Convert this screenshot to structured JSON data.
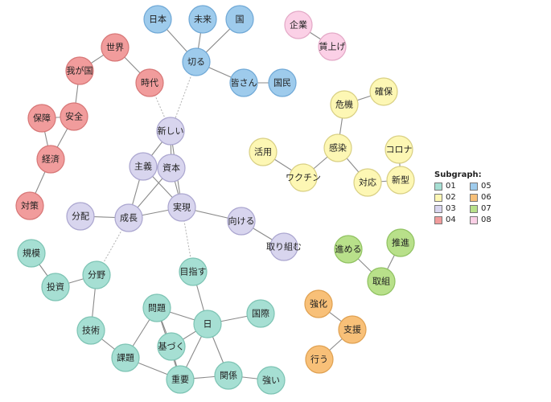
{
  "colors": {
    "01": "#a6dfd3",
    "02": "#fdf7b4",
    "03": "#d8d5ee",
    "04": "#f19c9c",
    "05": "#9ecbec",
    "06": "#f8c078",
    "07": "#b8e08a",
    "08": "#fbd0e6"
  },
  "legend": {
    "title": "Subgraph:",
    "items": [
      {
        "key": "01",
        "label": "01"
      },
      {
        "key": "05",
        "label": "05"
      },
      {
        "key": "02",
        "label": "02"
      },
      {
        "key": "06",
        "label": "06"
      },
      {
        "key": "03",
        "label": "03"
      },
      {
        "key": "07",
        "label": "07"
      },
      {
        "key": "04",
        "label": "04"
      },
      {
        "key": "08",
        "label": "08"
      }
    ]
  },
  "nodes": [
    {
      "id": "nihon",
      "label": "日本",
      "group": "05"
    },
    {
      "id": "mirai",
      "label": "未来",
      "group": "05"
    },
    {
      "id": "kuni",
      "label": "国",
      "group": "05"
    },
    {
      "id": "kiru",
      "label": "切る",
      "group": "05"
    },
    {
      "id": "minasan",
      "label": "皆さん",
      "group": "05"
    },
    {
      "id": "kokumin",
      "label": "国民",
      "group": "05"
    },
    {
      "id": "kigyo",
      "label": "企業",
      "group": "08"
    },
    {
      "id": "chinage",
      "label": "賃上げ",
      "group": "08"
    },
    {
      "id": "sekai",
      "label": "世界",
      "group": "04"
    },
    {
      "id": "wagakuni",
      "label": "我が国",
      "group": "04"
    },
    {
      "id": "jidai",
      "label": "時代",
      "group": "04"
    },
    {
      "id": "hosho",
      "label": "保障",
      "group": "04"
    },
    {
      "id": "anzen",
      "label": "安全",
      "group": "04"
    },
    {
      "id": "keizai",
      "label": "経済",
      "group": "04"
    },
    {
      "id": "taisaku",
      "label": "対策",
      "group": "04"
    },
    {
      "id": "kiki",
      "label": "危機",
      "group": "02"
    },
    {
      "id": "kakuho",
      "label": "確保",
      "group": "02"
    },
    {
      "id": "katsuyo",
      "label": "活用",
      "group": "02"
    },
    {
      "id": "kansen",
      "label": "感染",
      "group": "02"
    },
    {
      "id": "corona",
      "label": "コロナ",
      "group": "02"
    },
    {
      "id": "vaccine",
      "label": "ワクチン",
      "group": "02"
    },
    {
      "id": "taio",
      "label": "対応",
      "group": "02"
    },
    {
      "id": "shingata",
      "label": "新型",
      "group": "02"
    },
    {
      "id": "atarashii",
      "label": "新しい",
      "group": "03"
    },
    {
      "id": "shugi",
      "label": "主義",
      "group": "03"
    },
    {
      "id": "shihon",
      "label": "資本",
      "group": "03"
    },
    {
      "id": "bunpai",
      "label": "分配",
      "group": "03"
    },
    {
      "id": "seicho",
      "label": "成長",
      "group": "03"
    },
    {
      "id": "jitsugen",
      "label": "実現",
      "group": "03"
    },
    {
      "id": "mukeru",
      "label": "向ける",
      "group": "03"
    },
    {
      "id": "torikumu",
      "label": "取り組む",
      "group": "03"
    },
    {
      "id": "kibo",
      "label": "規模",
      "group": "01"
    },
    {
      "id": "toshi",
      "label": "投資",
      "group": "01"
    },
    {
      "id": "bunya",
      "label": "分野",
      "group": "01"
    },
    {
      "id": "mezasu",
      "label": "目指す",
      "group": "01"
    },
    {
      "id": "mondai",
      "label": "問題",
      "group": "01"
    },
    {
      "id": "kokusai",
      "label": "国際",
      "group": "01"
    },
    {
      "id": "gijutsu",
      "label": "技術",
      "group": "01"
    },
    {
      "id": "hi",
      "label": "日",
      "group": "01"
    },
    {
      "id": "motozuku",
      "label": "基づく",
      "group": "01"
    },
    {
      "id": "kadai",
      "label": "課題",
      "group": "01"
    },
    {
      "id": "juyo",
      "label": "重要",
      "group": "01"
    },
    {
      "id": "kankei",
      "label": "関係",
      "group": "01"
    },
    {
      "id": "tsuyoi",
      "label": "強い",
      "group": "01"
    },
    {
      "id": "susumeru",
      "label": "進める",
      "group": "07"
    },
    {
      "id": "suishin",
      "label": "推進",
      "group": "07"
    },
    {
      "id": "torikumi",
      "label": "取組",
      "group": "07"
    },
    {
      "id": "kyoka",
      "label": "強化",
      "group": "06"
    },
    {
      "id": "shien",
      "label": "支援",
      "group": "06"
    },
    {
      "id": "okonau",
      "label": "行う",
      "group": "06"
    }
  ],
  "edges": [
    {
      "source": "nihon",
      "target": "kiru",
      "dashed": false
    },
    {
      "source": "mirai",
      "target": "kiru",
      "dashed": false
    },
    {
      "source": "kuni",
      "target": "kiru",
      "dashed": false
    },
    {
      "source": "kiru",
      "target": "minasan",
      "dashed": false
    },
    {
      "source": "minasan",
      "target": "kokumin",
      "dashed": false
    },
    {
      "source": "kigyo",
      "target": "chinage",
      "dashed": false
    },
    {
      "source": "sekai",
      "target": "wagakuni",
      "dashed": false
    },
    {
      "source": "sekai",
      "target": "jidai",
      "dashed": false
    },
    {
      "source": "wagakuni",
      "target": "anzen",
      "dashed": false
    },
    {
      "source": "hosho",
      "target": "anzen",
      "dashed": false
    },
    {
      "source": "anzen",
      "target": "keizai",
      "dashed": false
    },
    {
      "source": "hosho",
      "target": "keizai",
      "dashed": false
    },
    {
      "source": "keizai",
      "target": "taisaku",
      "dashed": false
    },
    {
      "source": "kiki",
      "target": "kakuho",
      "dashed": false
    },
    {
      "source": "kiki",
      "target": "kansen",
      "dashed": false
    },
    {
      "source": "katsuyo",
      "target": "vaccine",
      "dashed": false
    },
    {
      "source": "kansen",
      "target": "vaccine",
      "dashed": false
    },
    {
      "source": "kansen",
      "target": "taio",
      "dashed": false
    },
    {
      "source": "taio",
      "target": "shingata",
      "dashed": false
    },
    {
      "source": "corona",
      "target": "shingata",
      "dashed": false
    },
    {
      "source": "atarashii",
      "target": "shugi",
      "dashed": false
    },
    {
      "source": "atarashii",
      "target": "shihon",
      "dashed": false
    },
    {
      "source": "atarashii",
      "target": "jitsugen",
      "dashed": false
    },
    {
      "source": "shugi",
      "target": "shihon",
      "dashed": false
    },
    {
      "source": "shugi",
      "target": "seicho",
      "dashed": false
    },
    {
      "source": "shugi",
      "target": "jitsugen",
      "dashed": false
    },
    {
      "source": "shihon",
      "target": "seicho",
      "dashed": false
    },
    {
      "source": "shihon",
      "target": "jitsugen",
      "dashed": false
    },
    {
      "source": "bunpai",
      "target": "seicho",
      "dashed": false
    },
    {
      "source": "seicho",
      "target": "jitsugen",
      "dashed": false
    },
    {
      "source": "jitsugen",
      "target": "mukeru",
      "dashed": false
    },
    {
      "source": "mukeru",
      "target": "torikumu",
      "dashed": false
    },
    {
      "source": "kibo",
      "target": "toshi",
      "dashed": false
    },
    {
      "source": "toshi",
      "target": "bunya",
      "dashed": false
    },
    {
      "source": "bunya",
      "target": "gijutsu",
      "dashed": false
    },
    {
      "source": "gijutsu",
      "target": "kadai",
      "dashed": false
    },
    {
      "source": "mezasu",
      "target": "hi",
      "dashed": false
    },
    {
      "source": "mondai",
      "target": "hi",
      "dashed": false
    },
    {
      "source": "mondai",
      "target": "motozuku",
      "dashed": false
    },
    {
      "source": "mondai",
      "target": "kadai",
      "dashed": false
    },
    {
      "source": "mondai",
      "target": "juyo",
      "dashed": false
    },
    {
      "source": "hi",
      "target": "kokusai",
      "dashed": false
    },
    {
      "source": "hi",
      "target": "motozuku",
      "dashed": false
    },
    {
      "source": "hi",
      "target": "juyo",
      "dashed": false
    },
    {
      "source": "hi",
      "target": "kankei",
      "dashed": false
    },
    {
      "source": "motozuku",
      "target": "juyo",
      "dashed": false
    },
    {
      "source": "kadai",
      "target": "juyo",
      "dashed": false
    },
    {
      "source": "juyo",
      "target": "kankei",
      "dashed": false
    },
    {
      "source": "kankei",
      "target": "tsuyoi",
      "dashed": false
    },
    {
      "source": "susumeru",
      "target": "torikumi",
      "dashed": false
    },
    {
      "source": "suishin",
      "target": "torikumi",
      "dashed": false
    },
    {
      "source": "kyoka",
      "target": "shien",
      "dashed": false
    },
    {
      "source": "shien",
      "target": "okonau",
      "dashed": false
    },
    {
      "source": "kiru",
      "target": "atarashii",
      "dashed": true
    },
    {
      "source": "jidai",
      "target": "atarashii",
      "dashed": true
    },
    {
      "source": "seicho",
      "target": "bunya",
      "dashed": true
    },
    {
      "source": "jitsugen",
      "target": "mezasu",
      "dashed": true
    }
  ]
}
